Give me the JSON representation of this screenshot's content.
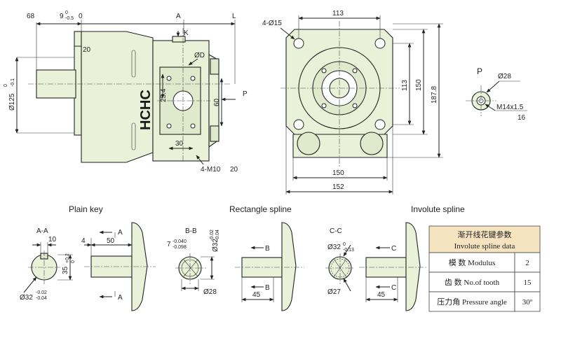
{
  "side_view": {
    "dims": {
      "d68": "68",
      "d9": "9",
      "d9_tol_top": "0",
      "d9_tol_bot": "-0.5",
      "d0": "0",
      "dA": "A",
      "dL": "L",
      "dK": "K",
      "d20_top": "20",
      "dD": "ØD",
      "d25": "25.4",
      "d60": "60",
      "d30": "30",
      "m10": "4-M10",
      "d20_bot": "20",
      "dP": "P",
      "d125": "Ø125",
      "d125_tol_top": "0",
      "d125_tol_bot": "-0.1"
    },
    "brand": "HCHC"
  },
  "front_view": {
    "dims": {
      "holes": "4-Ø15",
      "d113_top": "113",
      "d113_side": "113",
      "d150_side": "150",
      "d187": "187.8",
      "d150_bot": "150",
      "d152": "152"
    }
  },
  "port_detail": {
    "label": "P",
    "d28": "Ø28",
    "thread": "M14x1.5",
    "d16": "16"
  },
  "plain_key": {
    "title": "Plain key",
    "section": "A-A",
    "d10": "10",
    "d35": "35",
    "d35_tol_top": "+0.2",
    "d35_tol_bot": "0",
    "d32": "Ø32",
    "d32_tol_top": "-0.02",
    "d32_tol_bot": "-0.04",
    "d4": "4",
    "d50": "50",
    "cut_top": "A",
    "cut_bot": "A"
  },
  "rect_spline": {
    "title": "Rectangle spline",
    "section": "B-B",
    "d7": "7",
    "d7_tol_top": "-0.040",
    "d7_tol_bot": "-0.098",
    "d32": "Ø32",
    "d32_tol_top": "-0.02",
    "d32_tol_bot": "-0.04",
    "d28": "Ø28",
    "d45": "45",
    "cut_top": "B",
    "cut_bot": "B"
  },
  "involute_spline": {
    "title": "Involute spline",
    "section": "C-C",
    "d32": "Ø32",
    "d32_tol_top": "0",
    "d32_tol_bot": "-0.13",
    "d27": "Ø27",
    "d45": "45",
    "cut_top": "C",
    "cut_bot": "C"
  },
  "spline_table": {
    "header_cn": "渐开线花键参数",
    "header_en": "Involute spline data",
    "rows": [
      {
        "label": "模 数 Modulus",
        "value": "2"
      },
      {
        "label": "齿 数 No.of tooth",
        "value": "15"
      },
      {
        "label": "压力角 Pressure angle",
        "value": "30º"
      }
    ]
  },
  "colors": {
    "body_fill": "#e9f2d9",
    "table_header": "#f6e3c0"
  }
}
